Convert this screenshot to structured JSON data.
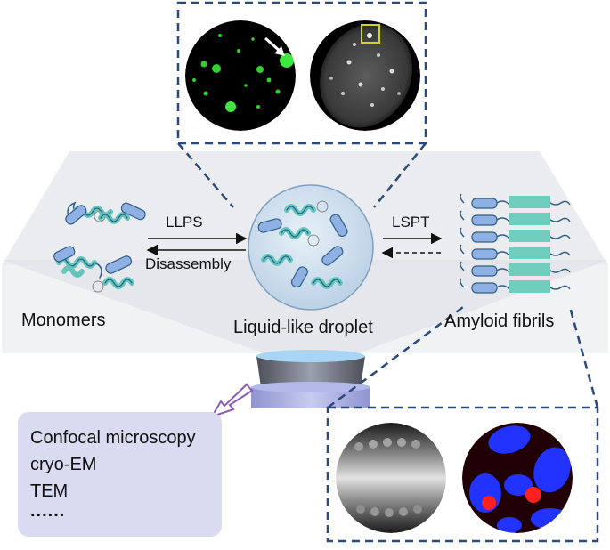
{
  "states": {
    "monomers": "Monomers",
    "droplet": "Liquid-like droplet",
    "fibrils": "Amyloid fibrils"
  },
  "transitions": {
    "llps": "LLPS",
    "disassembly": "Disassembly",
    "lspt": "LSPT"
  },
  "methods": [
    "Confocal microscopy",
    "cryo-EM",
    "TEM",
    "......"
  ],
  "colors": {
    "helix": "#62c6bd",
    "helix_dark": "#2f5f86",
    "cylinder": "#8fb0e2",
    "fibril_block": "#6fcdbe",
    "droplet": "#d0e0ef",
    "platform": "#eceef0",
    "dashed_frame": "#2b4a7a",
    "methods_box": "#d9dcf0",
    "arrow_outline": "#8a5bb8",
    "fluorescence_green": "#3ee83e",
    "nucleus_blue": "#2232ff",
    "aggregate_red": "#ff2020"
  }
}
